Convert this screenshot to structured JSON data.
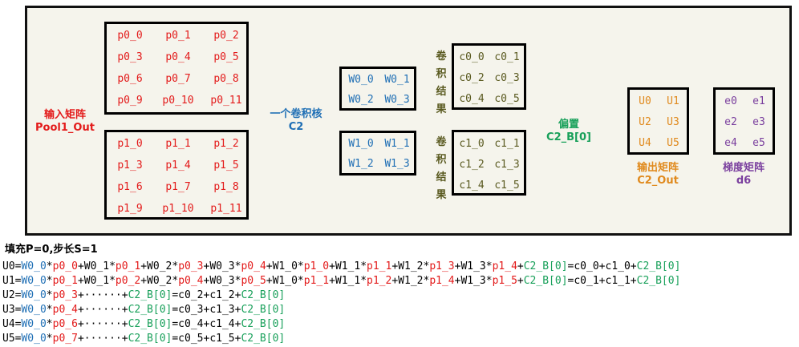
{
  "input_label": [
    "输入矩阵",
    "Pool1_Out"
  ],
  "kernel_label": [
    "一个卷积核",
    "C2"
  ],
  "conv_result_label": "卷积结果",
  "bias_label": [
    "偏置",
    "C2_B[0]"
  ],
  "output_label": [
    "输出矩阵",
    "C2_Out"
  ],
  "gradient_label": [
    "梯度矩阵",
    "d6"
  ],
  "p0": [
    [
      "p0_0",
      "p0_1",
      "p0_2"
    ],
    [
      "p0_3",
      "p0_4",
      "p0_5"
    ],
    [
      "p0_6",
      "p0_7",
      "p0_8"
    ],
    [
      "p0_9",
      "p0_10",
      "p0_11"
    ]
  ],
  "p1": [
    [
      "p1_0",
      "p1_1",
      "p1_2"
    ],
    [
      "p1_3",
      "p1_4",
      "p1_5"
    ],
    [
      "p1_6",
      "p1_7",
      "p1_8"
    ],
    [
      "p1_9",
      "p1_10",
      "p1_11"
    ]
  ],
  "w0": [
    [
      "W0_0",
      "W0_1"
    ],
    [
      "W0_2",
      "W0_3"
    ]
  ],
  "w1": [
    [
      "W1_0",
      "W1_1"
    ],
    [
      "W1_2",
      "W1_3"
    ]
  ],
  "c0": [
    [
      "c0_0",
      "c0_1"
    ],
    [
      "c0_2",
      "c0_3"
    ],
    [
      "c0_4",
      "c0_5"
    ]
  ],
  "c1": [
    [
      "c1_0",
      "c1_1"
    ],
    [
      "c1_2",
      "c1_3"
    ],
    [
      "c1_4",
      "c1_5"
    ]
  ],
  "u": [
    [
      "U0",
      "U1"
    ],
    [
      "U2",
      "U3"
    ],
    [
      "U4",
      "U5"
    ]
  ],
  "e": [
    [
      "e0",
      "e1"
    ],
    [
      "e2",
      "e3"
    ],
    [
      "e4",
      "e5"
    ]
  ],
  "note": "填充P=0,步长S=1",
  "equations": [
    [
      [
        "U0=",
        "black"
      ],
      [
        "W0_0",
        "blue"
      ],
      [
        "*",
        "black"
      ],
      [
        "p0_0",
        "red"
      ],
      [
        "+",
        "black"
      ],
      [
        "W0_1",
        "black"
      ],
      [
        "*",
        "black"
      ],
      [
        "p0_1",
        "red"
      ],
      [
        "+",
        "black"
      ],
      [
        "W0_2",
        "black"
      ],
      [
        "*",
        "black"
      ],
      [
        "p0_3",
        "red"
      ],
      [
        "+",
        "black"
      ],
      [
        "W0_3",
        "black"
      ],
      [
        "*",
        "black"
      ],
      [
        "p0_4",
        "red"
      ],
      [
        "+",
        "black"
      ],
      [
        "W1_0",
        "black"
      ],
      [
        "*",
        "black"
      ],
      [
        "p1_0",
        "red"
      ],
      [
        "+",
        "black"
      ],
      [
        "W1_1",
        "black"
      ],
      [
        "*",
        "black"
      ],
      [
        "p1_1",
        "red"
      ],
      [
        "+",
        "black"
      ],
      [
        "W1_2",
        "black"
      ],
      [
        "*",
        "black"
      ],
      [
        "p1_3",
        "red"
      ],
      [
        "+",
        "black"
      ],
      [
        "W1_3",
        "black"
      ],
      [
        "*",
        "black"
      ],
      [
        "p1_4",
        "red"
      ],
      [
        "+",
        "black"
      ],
      [
        "C2_B[0]",
        "green"
      ],
      [
        "=c0_0+c1_0+",
        "black"
      ],
      [
        "C2_B[0]",
        "green"
      ]
    ],
    [
      [
        "U1=",
        "black"
      ],
      [
        "W0_0",
        "blue"
      ],
      [
        "*",
        "black"
      ],
      [
        "p0_1",
        "red"
      ],
      [
        "+",
        "black"
      ],
      [
        "W0_1",
        "black"
      ],
      [
        "*",
        "black"
      ],
      [
        "p0_2",
        "red"
      ],
      [
        "+",
        "black"
      ],
      [
        "W0_2",
        "black"
      ],
      [
        "*",
        "black"
      ],
      [
        "p0_4",
        "red"
      ],
      [
        "+",
        "black"
      ],
      [
        "W0_3",
        "black"
      ],
      [
        "*",
        "black"
      ],
      [
        "p0_5",
        "red"
      ],
      [
        "+",
        "black"
      ],
      [
        "W1_0",
        "black"
      ],
      [
        "*",
        "black"
      ],
      [
        "p1_1",
        "red"
      ],
      [
        "+",
        "black"
      ],
      [
        "W1_1",
        "black"
      ],
      [
        "*",
        "black"
      ],
      [
        "p1_2",
        "red"
      ],
      [
        "+",
        "black"
      ],
      [
        "W1_2",
        "black"
      ],
      [
        "*",
        "black"
      ],
      [
        "p1_4",
        "red"
      ],
      [
        "+",
        "black"
      ],
      [
        "W1_3",
        "black"
      ],
      [
        "*",
        "black"
      ],
      [
        "p1_5",
        "red"
      ],
      [
        "+",
        "black"
      ],
      [
        "C2_B[0]",
        "green"
      ],
      [
        "=c0_1+c1_1+",
        "black"
      ],
      [
        "C2_B[0]",
        "green"
      ]
    ],
    [
      [
        "U2=",
        "black"
      ],
      [
        "W0_0",
        "blue"
      ],
      [
        "*",
        "black"
      ],
      [
        "p0_3",
        "red"
      ],
      [
        "+······+",
        "black"
      ],
      [
        "C2_B[0]",
        "green"
      ],
      [
        "=c0_2+c1_2+",
        "black"
      ],
      [
        "C2_B[0]",
        "green"
      ]
    ],
    [
      [
        "U3=",
        "black"
      ],
      [
        "W0_0",
        "blue"
      ],
      [
        "*",
        "black"
      ],
      [
        "p0_4",
        "red"
      ],
      [
        "+······+",
        "black"
      ],
      [
        "C2_B[0]",
        "green"
      ],
      [
        "=c0_3+c1_3+",
        "black"
      ],
      [
        "C2_B[0]",
        "green"
      ]
    ],
    [
      [
        "U4=",
        "black"
      ],
      [
        "W0_0",
        "blue"
      ],
      [
        "*",
        "black"
      ],
      [
        "p0_6",
        "red"
      ],
      [
        "+······+",
        "black"
      ],
      [
        "C2_B[0]",
        "green"
      ],
      [
        "=c0_4+c1_4+",
        "black"
      ],
      [
        "C2_B[0]",
        "green"
      ]
    ],
    [
      [
        "U5=",
        "black"
      ],
      [
        "W0_0",
        "blue"
      ],
      [
        "*",
        "black"
      ],
      [
        "p0_7",
        "red"
      ],
      [
        "+······+",
        "black"
      ],
      [
        "C2_B[0]",
        "green"
      ],
      [
        "=c0_5+c1_5+",
        "black"
      ],
      [
        "C2_B[0]",
        "green"
      ]
    ]
  ]
}
